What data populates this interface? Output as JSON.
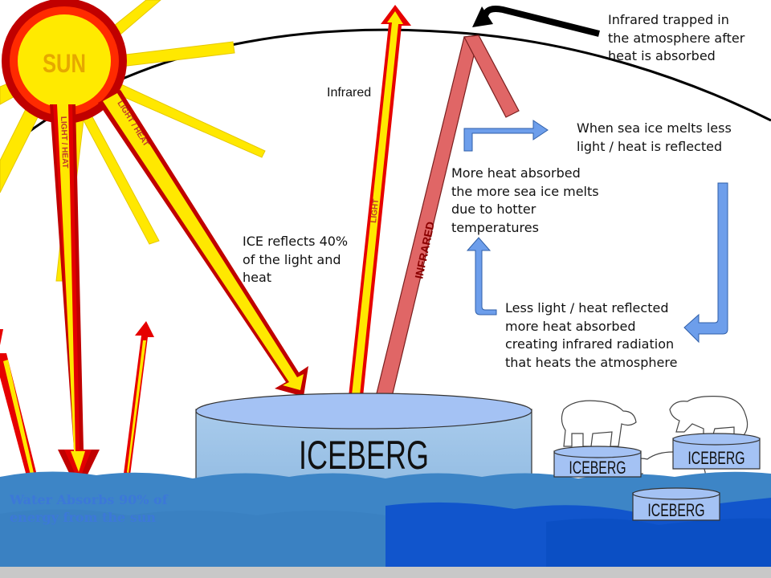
{
  "colors": {
    "sun_outer": "#c00000",
    "sun_inner": "#ffea00",
    "arrow_fill": "#ffe800",
    "arrow_border": "#e60000",
    "infrared_fill": "#e06666",
    "ice_top": "#a4c2f4",
    "ice_side": "#9fc5e8",
    "water_light": "#3d85c6",
    "water_dark": "#1155cc",
    "water_label": "#3c78d8",
    "cycle_arrow": "#6d9eeb"
  },
  "sun": {
    "label": "SUN"
  },
  "beams": {
    "light_heat_left": "LIGHT / HEAT",
    "light_heat_right": "LIGHT / HEAT",
    "light": "LIGHT",
    "infrared": "INFRARED"
  },
  "labels": {
    "infrared": "Infrared",
    "trapped": "Infrared trapped in\nthe atmosphere after\nheat is absorbed",
    "sea_ice_melts": "When sea ice melts less\nlight / heat is reflected",
    "more_heat": "More heat absorbed\nthe more sea ice melts\ndue to hotter\ntemperatures",
    "ice_reflects": "ICE reflects 40%\nof the light and\nheat",
    "less_light": "Less light / heat reflected\nmore heat absorbed\ncreating infrared radiation\nthat heats the atmosphere",
    "water_absorbs": "Water Absorbs 90% of\nenergy from the sun"
  },
  "icebergs": {
    "main": "ICEBERG",
    "small_left": "ICEBERG",
    "small_right": "ICEBERG",
    "small_front": "ICEBERG"
  }
}
